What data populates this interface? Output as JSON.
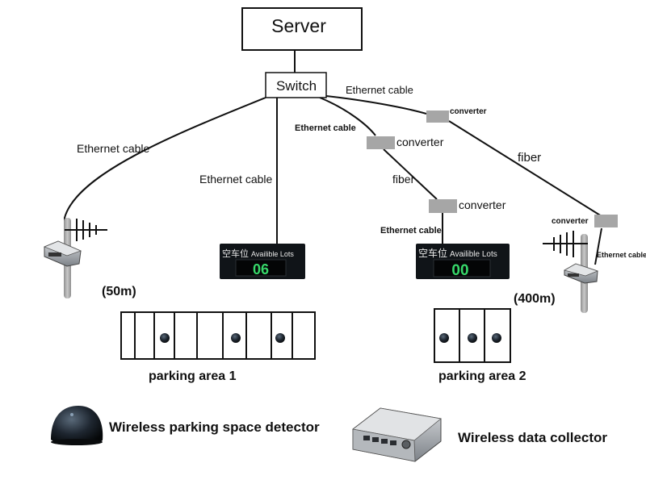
{
  "nodes": {
    "server": "Server",
    "switch": "Switch"
  },
  "cable_labels": {
    "eth_left": "Ethernet cable",
    "eth_center": "Ethernet cable",
    "eth_mid": "Ethernet cable",
    "eth_top_right": "Ethernet cable",
    "eth_display2": "Ethernet cable",
    "eth_collector2": "Ethernet cable",
    "fiber_mid": "fiber",
    "fiber_right": "fiber"
  },
  "converters": {
    "c1": "converter",
    "c2": "converter",
    "c3": "converter",
    "c4": "converter"
  },
  "displays": [
    {
      "title_cn": "空车位",
      "title_en": "Availible Lots",
      "count": "06"
    },
    {
      "title_cn": "空车位",
      "title_en": "Availible Lots",
      "count": "00"
    }
  ],
  "distances": {
    "left": "(50m)",
    "right": "(400m)"
  },
  "parking": {
    "area1_label": "parking area 1",
    "area2_label": "parking area 2"
  },
  "legend": {
    "detector": "Wireless parking space detector",
    "collector": "Wireless data collector"
  },
  "colors": {
    "converter_fill": "#a6a6a6",
    "display_bg": "#101418",
    "display_digits": "#37d86a",
    "pole": "#a8a8a8"
  }
}
